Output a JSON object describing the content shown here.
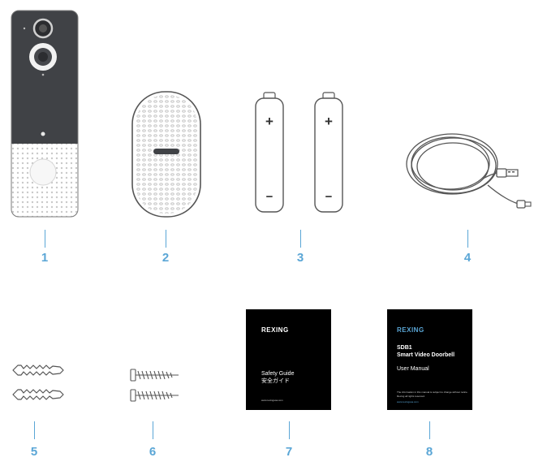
{
  "items": [
    {
      "number": "1",
      "name": "Video Doorbell"
    },
    {
      "number": "2",
      "name": "Chime"
    },
    {
      "number": "3",
      "name": "Batteries"
    },
    {
      "number": "4",
      "name": "USB Cable"
    },
    {
      "number": "5",
      "name": "Wall Anchors"
    },
    {
      "number": "6",
      "name": "Screws"
    },
    {
      "number": "7",
      "name": "Safety Guide"
    },
    {
      "number": "8",
      "name": "User Manual"
    }
  ],
  "battery": {
    "plus": "+",
    "minus": "−"
  },
  "safety_guide": {
    "brand": "REXING",
    "title": "Safety Guide",
    "subtitle": "安全ガイド",
    "footer": "www.rexingusa.com"
  },
  "user_manual": {
    "brand": "REXING",
    "model": "SDB1",
    "product": "Smart Video Doorbell",
    "title": "User Manual",
    "note_line1": "The information in this manual is subject to change without notice.",
    "note_line2": "Rexing all rights reserved.",
    "footer": "www.rexingusa.com"
  },
  "colors": {
    "accent": "#5aa6d6",
    "device": "#404246",
    "booklet": "#000000"
  }
}
